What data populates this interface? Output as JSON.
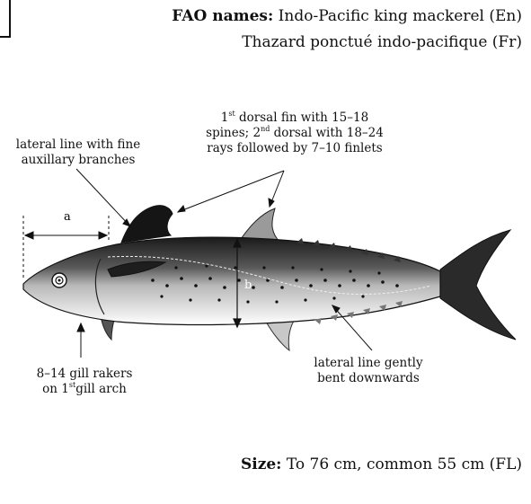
{
  "fao": {
    "label": "FAO names:",
    "name_en": "Indo-Pacific king mackerel (En)",
    "name_fr": "Thazard ponctué indo-pacifique (Fr)"
  },
  "annotations": {
    "lateral_line_branches": {
      "line1": "lateral line with fine",
      "line2": "auxillary branches"
    },
    "dorsal_fins": {
      "line1_num": "1",
      "line1_sup": "st",
      "line1_rest": " dorsal fin with 15–18",
      "line2_a": "spines; 2",
      "line2_sup": "nd",
      "line2_b": " dorsal with 18–24",
      "line3": "rays followed by 7–10 finlets"
    },
    "gill_rakers": {
      "line1": "8–14 gill rakers",
      "line2_a": "on 1",
      "line2_sup": "st",
      "line2_b": "gill arch"
    },
    "lateral_line_bent": {
      "line1": "lateral line gently",
      "line2": "bent downwards"
    },
    "dim_a": "a",
    "dim_b": "b"
  },
  "size": {
    "label": "Size:",
    "text": "To 76 cm, common 55 cm (FL)"
  },
  "colors": {
    "ink": "#111111",
    "background": "#ffffff"
  }
}
